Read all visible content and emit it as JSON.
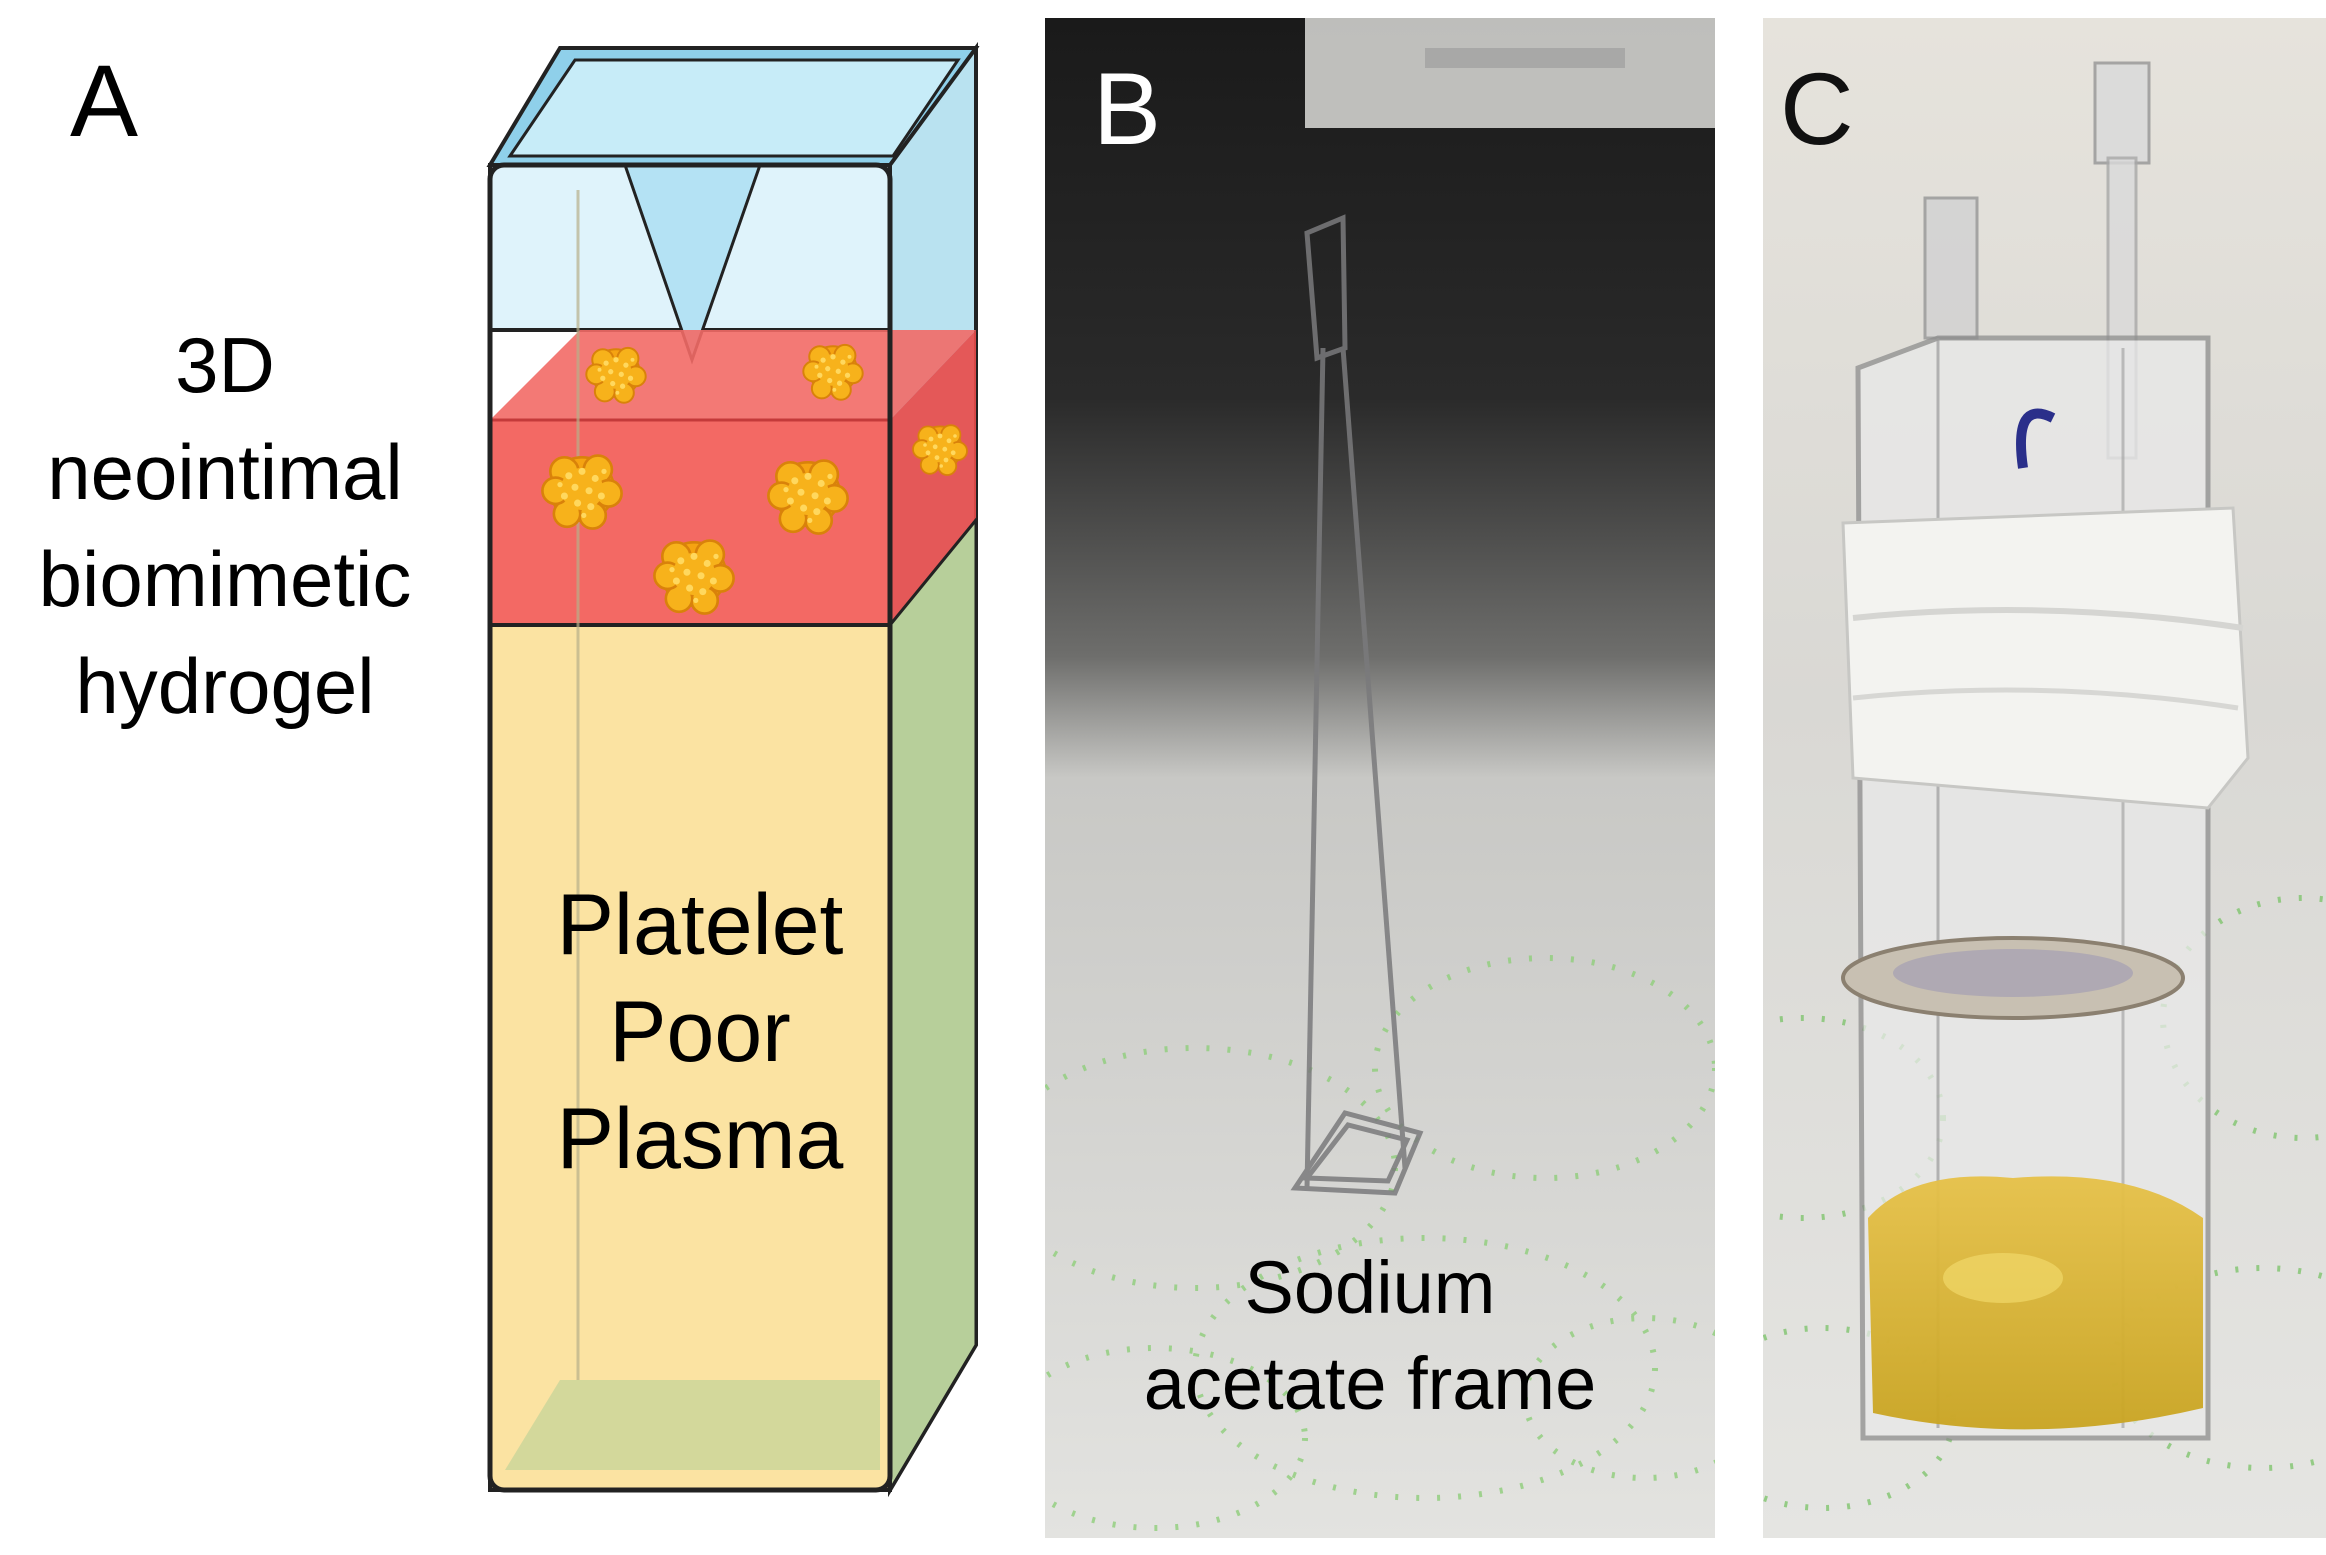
{
  "panels": {
    "a": {
      "letter": "A",
      "hydrogel_label": [
        "3D",
        "neointimal",
        "biomimetic",
        "hydrogel"
      ],
      "plasma_label": [
        "Platelet",
        "Poor",
        "Plasma"
      ]
    },
    "b": {
      "letter": "B",
      "frame_label": [
        "Sodium",
        "acetate frame"
      ]
    },
    "c": {
      "letter": "C"
    }
  },
  "colors": {
    "cuvette_blue": "#a9dbef",
    "hydrogel_red": "#f25c57",
    "plasma_yellow": "#fbe3a2",
    "platelet_orange": "#f7b21b",
    "photo_dark": "#1c1c1c",
    "photo_cloth": "#e9e9e6",
    "green_dots": "#7fc46e"
  },
  "icons": [
    "cuvette-illustration",
    "platelet-cluster-icon",
    "acetate-frame-photo",
    "cuvette-photo"
  ]
}
